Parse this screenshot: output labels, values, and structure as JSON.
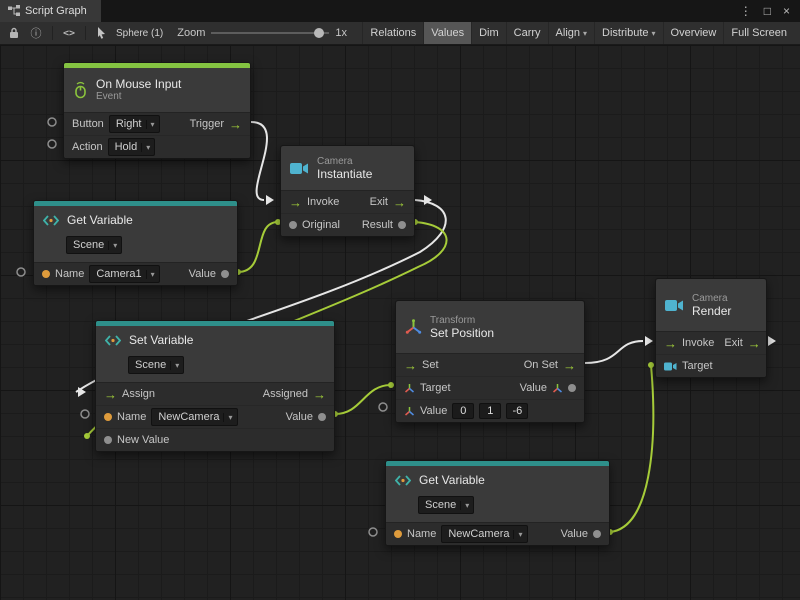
{
  "tab_bar": {
    "title": "Script Graph"
  },
  "icons": {
    "caret": "▾",
    "menu": "⋮",
    "maximize": "□",
    "close": "×",
    "info": "ⓘ",
    "code": "<>",
    "flow_arrow": "→"
  },
  "toolbar": {
    "selection": "Sphere (1)",
    "zoom_label": "Zoom",
    "zoom_value": "1x",
    "buttons": [
      {
        "label": "Relations",
        "active": false
      },
      {
        "label": "Values",
        "active": true
      },
      {
        "label": "Dim",
        "active": false
      },
      {
        "label": "Carry",
        "active": false
      },
      {
        "label": "Align",
        "active": false,
        "caret": true
      },
      {
        "label": "Distribute",
        "active": false,
        "caret": true
      },
      {
        "label": "Overview",
        "active": false
      },
      {
        "label": "Full Screen",
        "active": false
      }
    ]
  },
  "nodes": {
    "on_mouse_input": {
      "title": "On Mouse Input",
      "subtitle": "Event",
      "button_label": "Button",
      "button_value": "Right",
      "trigger_label": "Trigger",
      "action_label": "Action",
      "action_value": "Hold"
    },
    "instantiate": {
      "category": "Camera",
      "title": "Instantiate",
      "invoke_label": "Invoke",
      "exit_label": "Exit",
      "original_label": "Original",
      "result_label": "Result"
    },
    "get_variable_top": {
      "title": "Get Variable",
      "scope": "Scene",
      "name_label": "Name",
      "name_value": "Camera1",
      "value_label": "Value"
    },
    "set_variable": {
      "title": "Set Variable",
      "scope": "Scene",
      "assign_label": "Assign",
      "assigned_label": "Assigned",
      "name_label": "Name",
      "name_value": "NewCamera",
      "value_label": "Value",
      "new_value_label": "New Value"
    },
    "set_position": {
      "category": "Transform",
      "title": "Set Position",
      "set_label": "Set",
      "on_set_label": "On Set",
      "target_label": "Target",
      "value_out_label": "Value",
      "value_in_label": "Value",
      "x": "0",
      "y": "1",
      "z": "-6"
    },
    "render": {
      "category": "Camera",
      "title": "Render",
      "invoke_label": "Invoke",
      "exit_label": "Exit",
      "target_label": "Target"
    },
    "get_variable_bottom": {
      "title": "Get Variable",
      "scope": "Scene",
      "name_label": "Name",
      "name_value": "NewCamera",
      "value_label": "Value"
    }
  },
  "colors": {
    "event_accent": "#84c341",
    "variable_accent": "#2e8f8a",
    "flow_wire": "#e6e6e6",
    "value_wire": "#a6cc39",
    "string_port": "#de9b3c"
  }
}
